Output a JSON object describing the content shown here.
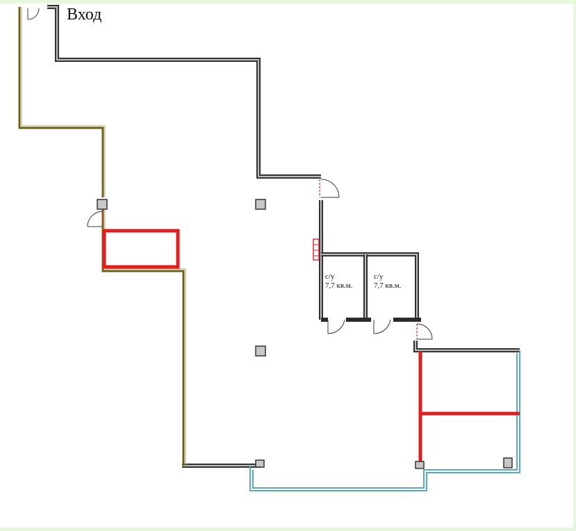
{
  "plan": {
    "entrance_label": "Вход",
    "rooms": [
      {
        "type": "с/у",
        "area": "7,7 кв.м."
      },
      {
        "type": "с/у",
        "area": "7,7 кв.м."
      }
    ]
  },
  "colors": {
    "wall": "#2a2a2a",
    "hatch": "#bdbdbd",
    "partition_new": "#e31d1d",
    "glazing": "#5ba7c4",
    "exterior_wall": "#6b5f1a",
    "frame": "#e6f8dc"
  }
}
